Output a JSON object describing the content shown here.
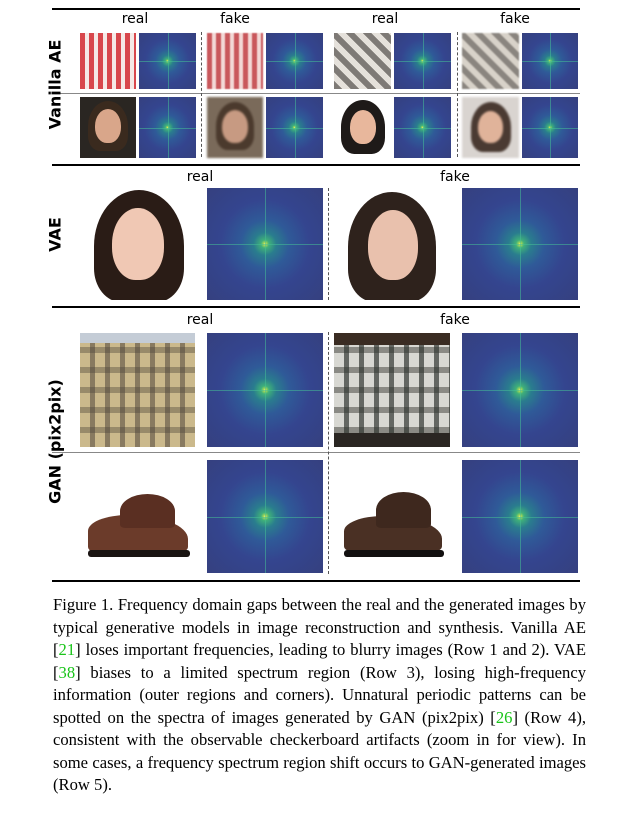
{
  "rows": {
    "vanilla_ae": "Vanilla AE",
    "vae": "VAE",
    "gan": "GAN (pix2pix)"
  },
  "headers": {
    "vanilla": [
      "real",
      "fake",
      "real",
      "fake"
    ],
    "vae": [
      "real",
      "fake"
    ],
    "gan": [
      "real",
      "fake"
    ]
  },
  "caption": {
    "figure_label": "Figure 1.",
    "p1": " Frequency domain gaps between the real and the generated images by typical generative models in image reconstruction and synthesis. Vanilla AE [",
    "ref1": "21",
    "p2": "] loses important frequencies, leading to blurry images (Row 1 and 2). VAE [",
    "ref2": "38",
    "p3": "] biases to a limited spectrum region (Row 3), losing high-frequency information (outer regions and corners). Unnatural periodic patterns can be spotted on the spectra of images generated by GAN (pix2pix) [",
    "ref3": "26",
    "p4": "] (Row 4), consistent with the observable checkerboard artifacts (zoom in for view). In some cases, a frequency spectrum region shift occurs to GAN-generated images (Row 5)."
  }
}
